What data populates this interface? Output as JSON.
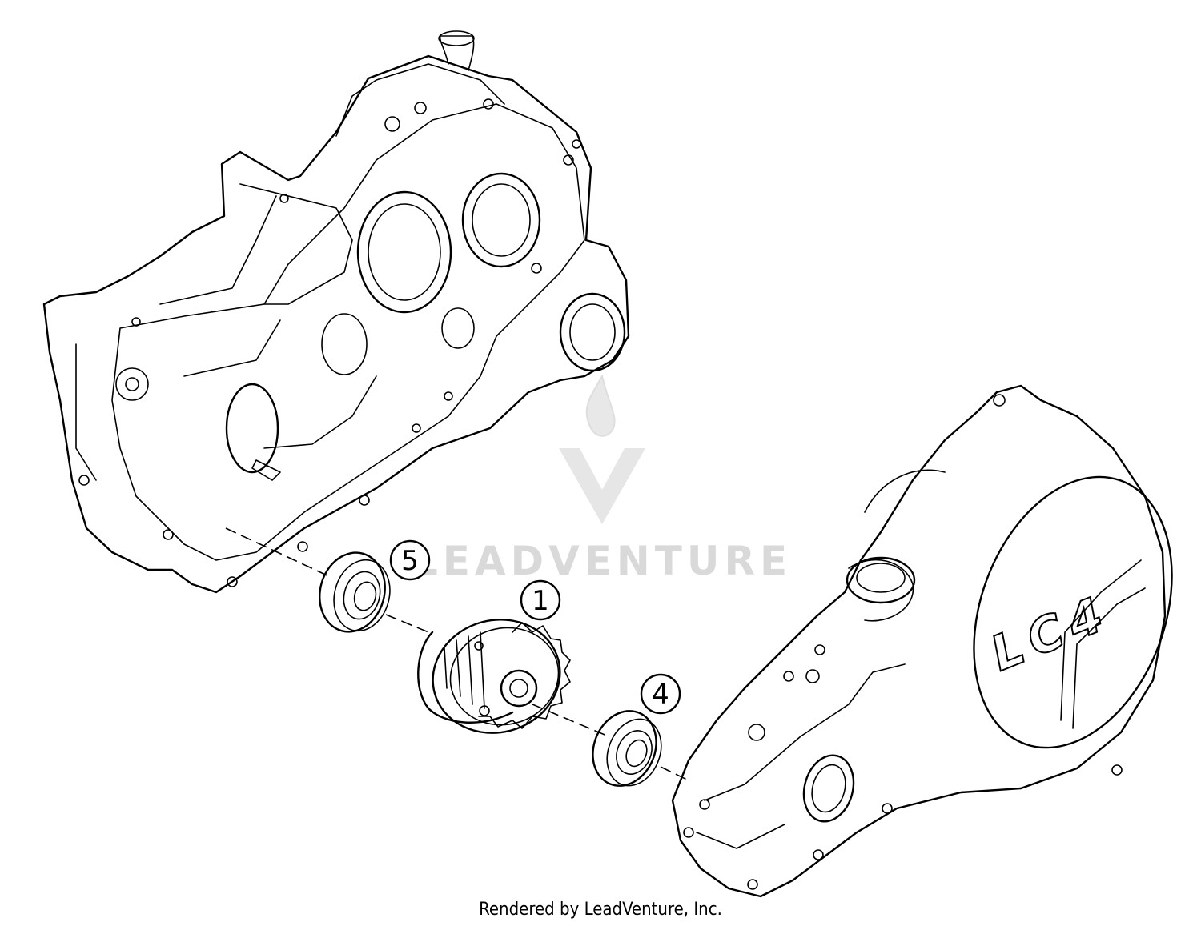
{
  "watermark": {
    "brand": "LEADVENTURE"
  },
  "callouts": [
    {
      "id": "1",
      "label": "1",
      "part": "gear-assembly"
    },
    {
      "id": "4",
      "label": "4",
      "part": "bearing-right"
    },
    {
      "id": "5",
      "label": "5",
      "part": "bearing-left"
    }
  ],
  "cover": {
    "logo": "LC4"
  },
  "footer": {
    "text": "Rendered by LeadVenture, Inc."
  }
}
